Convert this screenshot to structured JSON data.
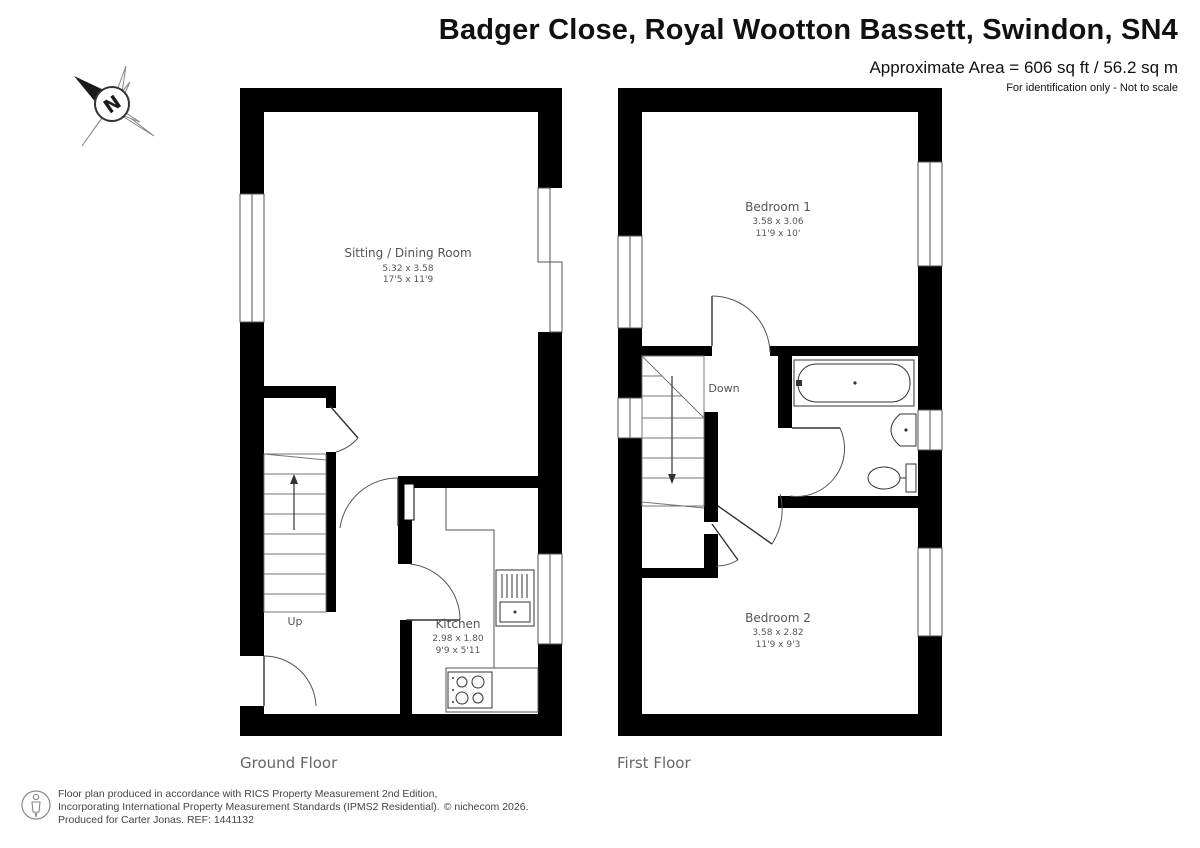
{
  "header": {
    "title": "Badger Close, Royal Wootton Bassett, Swindon, SN4",
    "area": "Approximate Area = 606 sq ft / 56.2 sq m",
    "identification": "For identification only - Not to scale"
  },
  "compass": {
    "letter": "N",
    "icon": "compass-icon"
  },
  "ground_floor": {
    "label": "Ground Floor",
    "rooms": {
      "sitting": {
        "name": "Sitting / Dining Room",
        "metric": "5.32 x 3.58",
        "imperial": "17'5 x 11'9"
      },
      "kitchen": {
        "name": "Kitchen",
        "metric": "2.98 x 1.80",
        "imperial": "9'9 x 5'11"
      }
    },
    "stairs_label": "Up"
  },
  "first_floor": {
    "label": "First Floor",
    "rooms": {
      "bedroom1": {
        "name": "Bedroom 1",
        "metric": "3.58 x 3.06",
        "imperial": "11'9 x 10'"
      },
      "bedroom2": {
        "name": "Bedroom 2",
        "metric": "3.58 x 2.82",
        "imperial": "11'9 x 9'3"
      }
    },
    "stairs_label": "Down"
  },
  "footer": {
    "line1": "Floor plan produced in accordance with RICS Property Measurement 2nd Edition,",
    "line2": "Incorporating International Property Measurement Standards (IPMS2 Residential).",
    "copyright": "© nichecom 2026.",
    "line3": "Produced for Carter Jonas.   REF: 1441132",
    "icon": "person-icon"
  }
}
